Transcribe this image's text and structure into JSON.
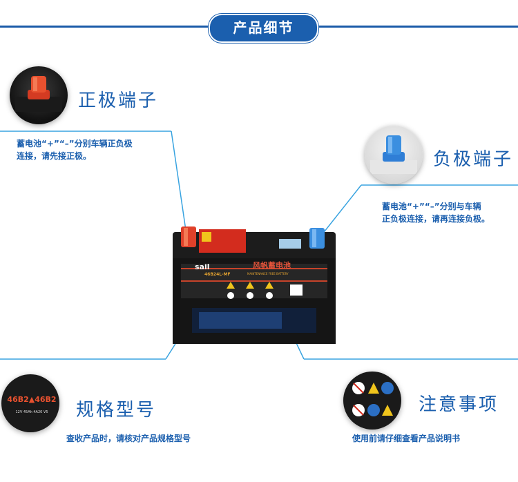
{
  "header": {
    "title": "产品细节"
  },
  "positive_terminal": {
    "title": "正极端子",
    "desc_line1": "蓄电池“+”“–”分别车辆正负极",
    "desc_line2": "连接，请先接正极。"
  },
  "negative_terminal": {
    "title": "负极端子",
    "desc_line1": "蓄电池“+”“–”分别与车辆",
    "desc_line2": "正负极连接，请再连接负极。"
  },
  "battery": {
    "brand": "sail",
    "brand_cn": "风帆蓄电池",
    "model_small": "46B24L-MF",
    "subtitle": "MAINTENANCE FREE BATTERY"
  },
  "spec_model": {
    "title": "规格型号",
    "badge_text": "46B2▲46B2",
    "badge_sub": "12V 45Ah 4A20 V5",
    "desc": "查收产品时，请核对产品规格型号"
  },
  "notice": {
    "title": "注意事项",
    "desc": "使用前请仔细查看产品说明书"
  },
  "colors": {
    "brand_blue": "#1b5fae",
    "guide_blue": "#38a3e0",
    "positive_red": "#e0412a",
    "negative_blue": "#3b8fe0"
  }
}
